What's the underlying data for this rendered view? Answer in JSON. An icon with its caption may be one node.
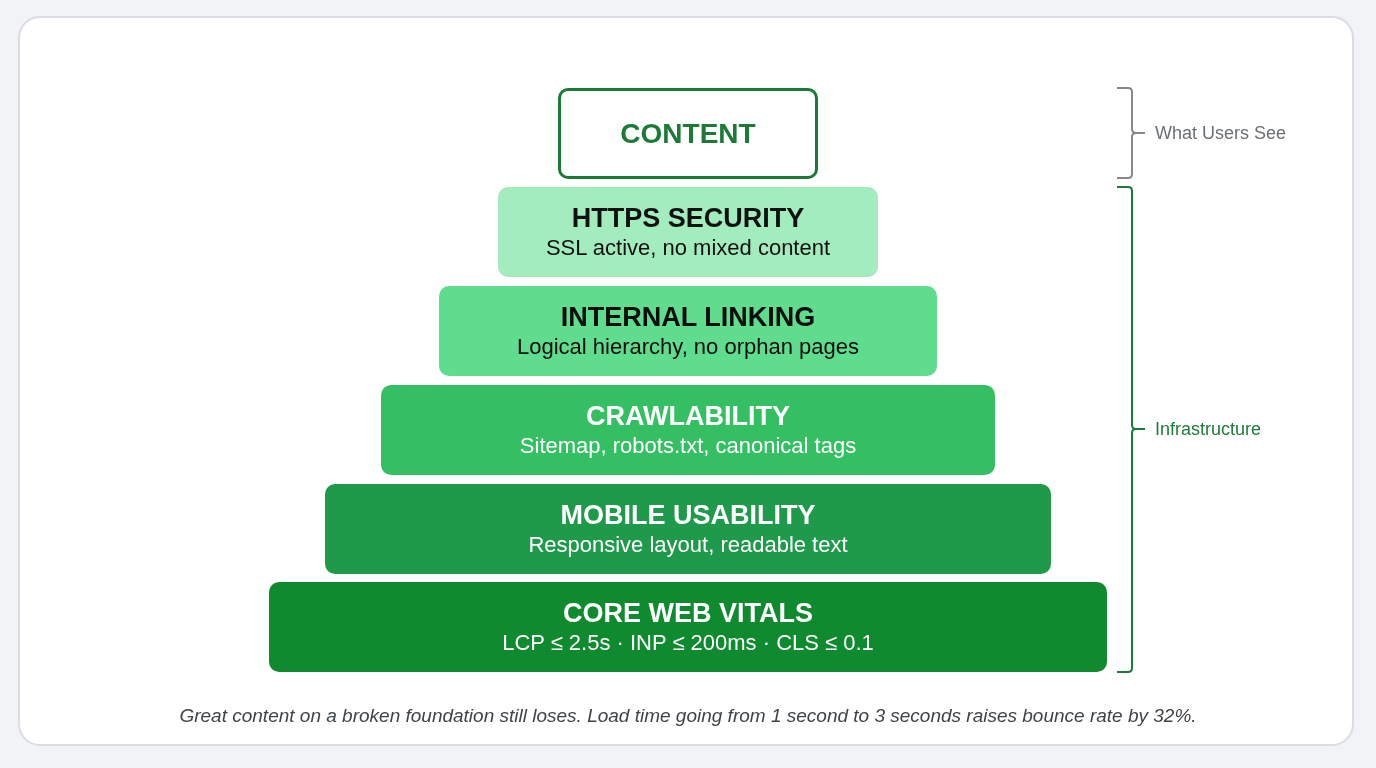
{
  "diagram": {
    "caption": "Great content on a broken foundation still loses. Load time going from 1 second to 3 seconds raises bounce rate by 32%.",
    "nodes": [
      {
        "text": [
          "CONTENT"
        ]
      },
      {
        "text": [
          "HTTPS SECURITY",
          "SSL active, no mixed content"
        ]
      },
      {
        "text": [
          "INTERNAL LINKING",
          "Logical hierarchy, no orphan pages"
        ]
      },
      {
        "text": [
          "CRAWLABILITY",
          "Sitemap, robots.txt, canonical tags"
        ]
      },
      {
        "text": [
          "MOBILE USABILITY",
          "Responsive layout, readable text"
        ]
      },
      {
        "text": [
          "CORE WEB VITALS",
          "LCP ≤ 2.5s · INP ≤ 200ms · CLS ≤ 0.1"
        ]
      }
    ],
    "labels": [
      "What Users See",
      "Infrastructure"
    ]
  }
}
